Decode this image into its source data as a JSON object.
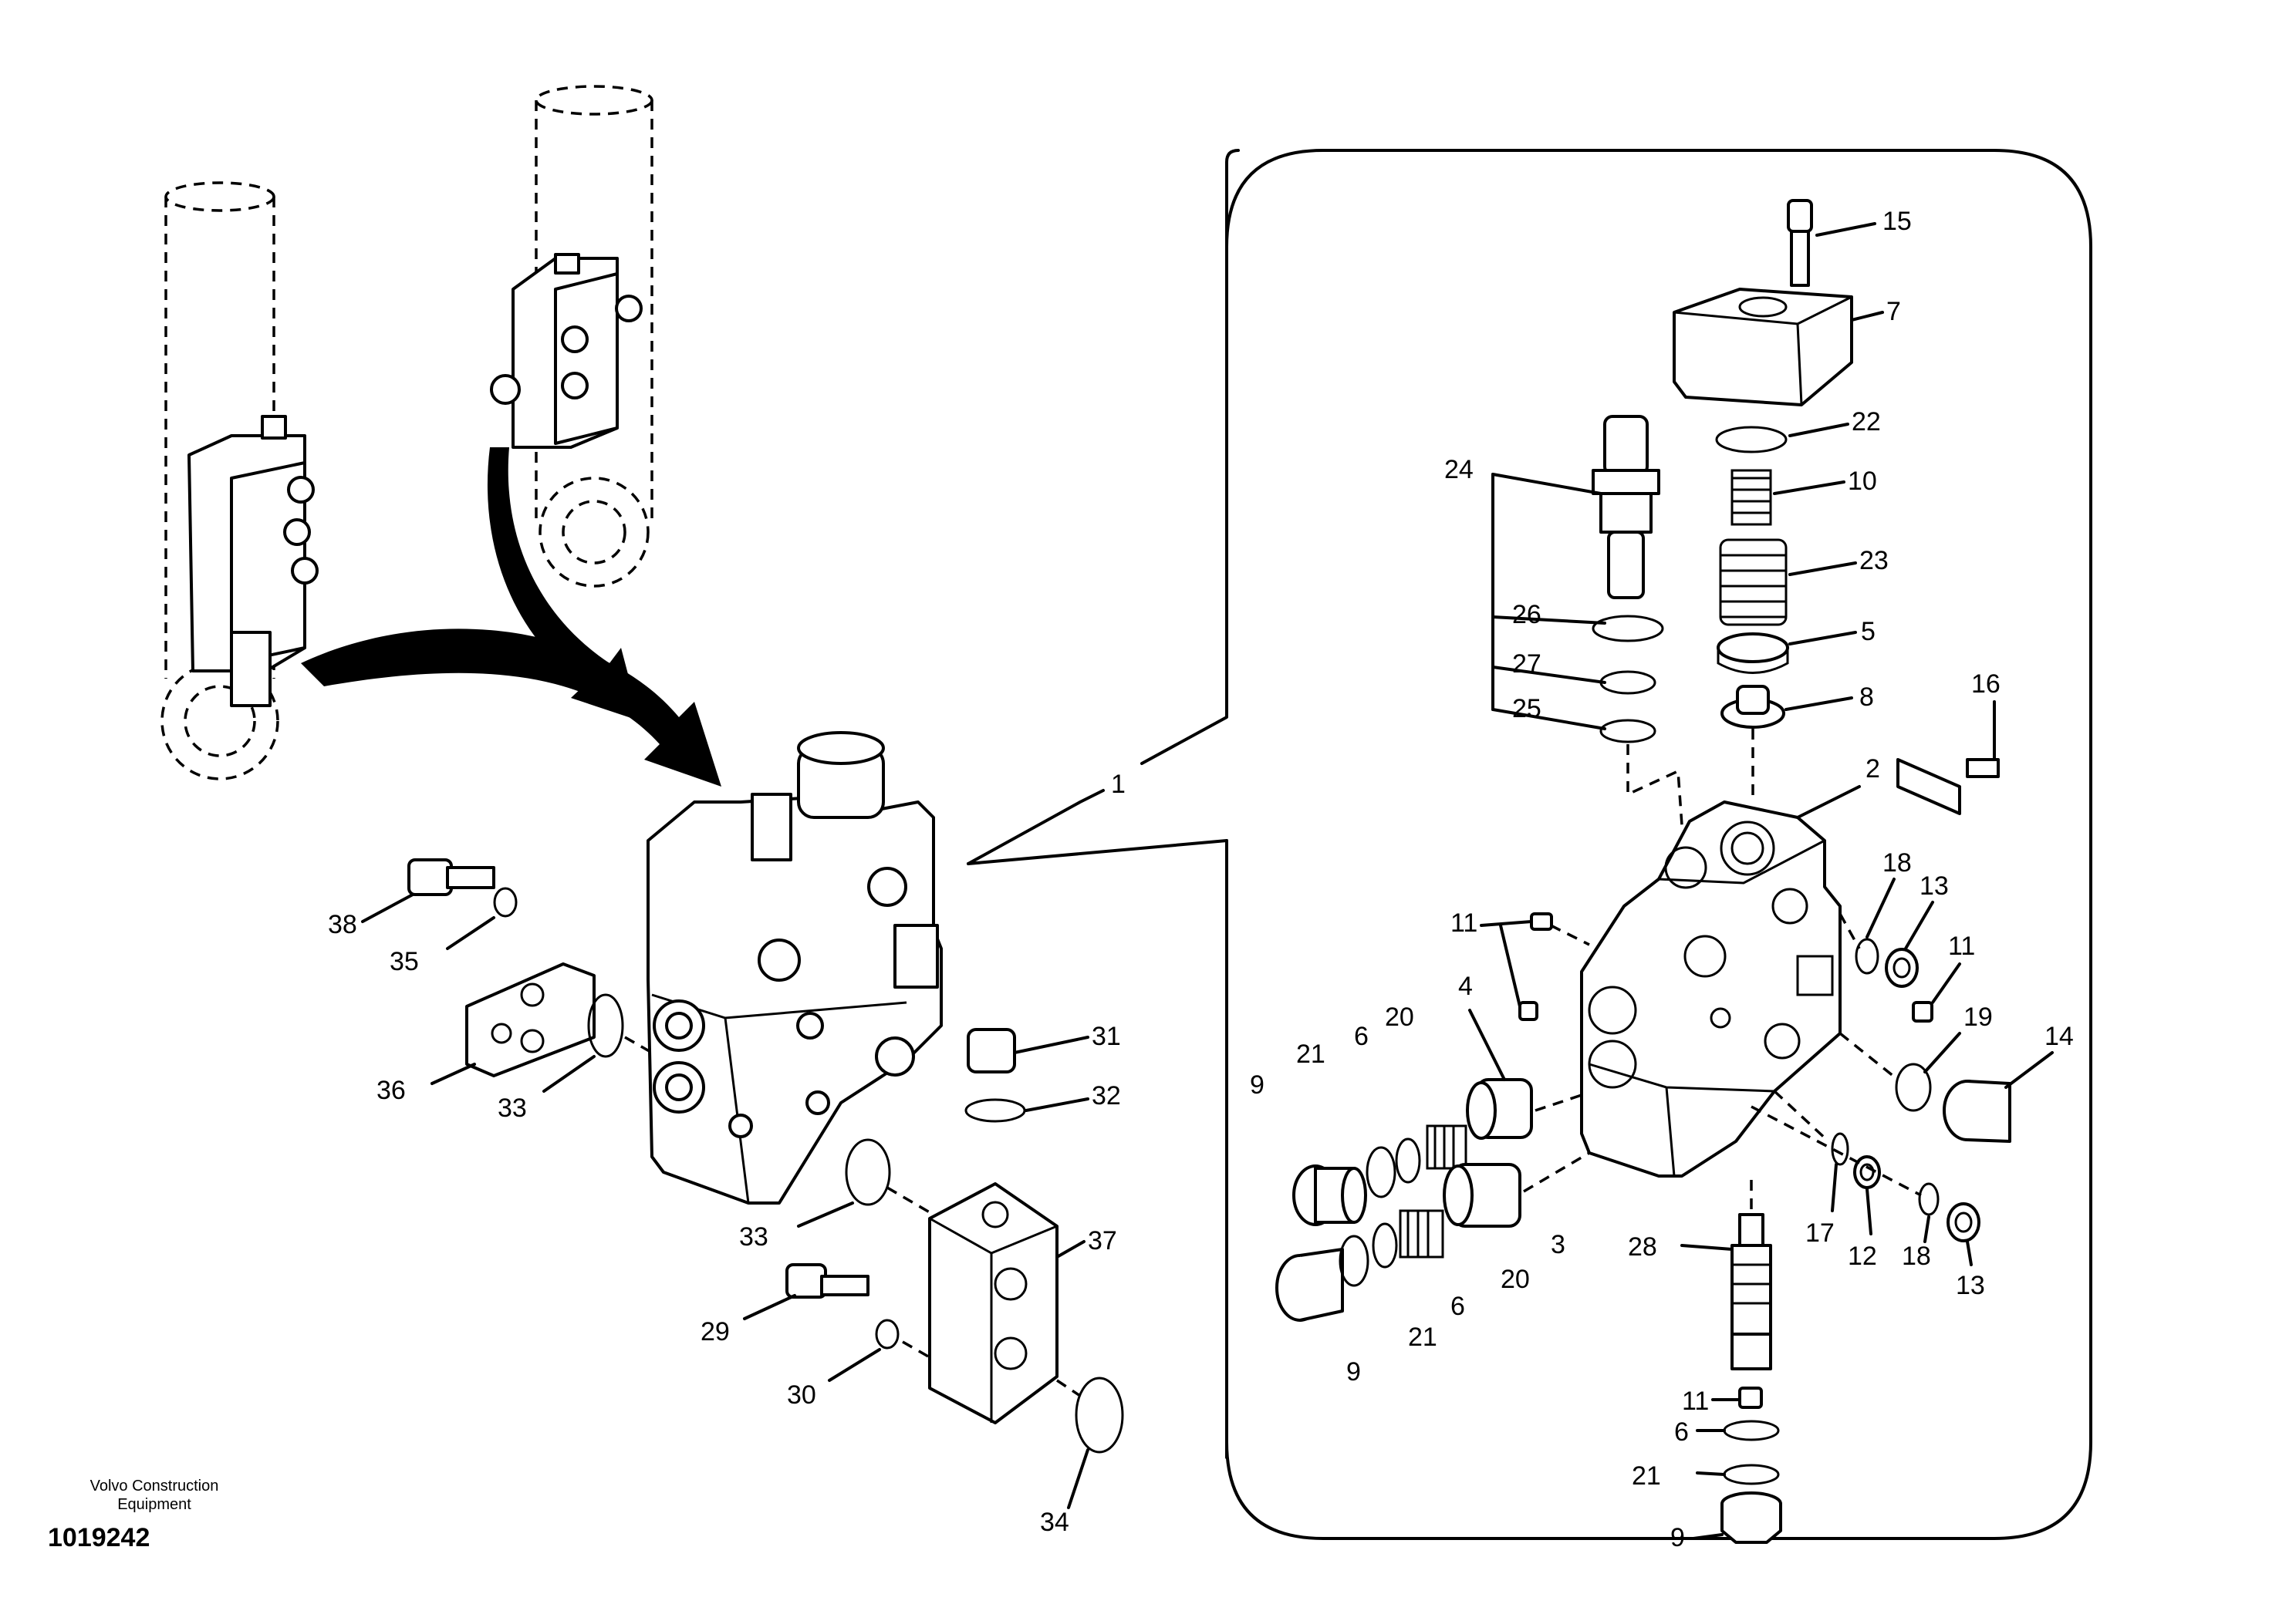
{
  "labels": {
    "p1": "1",
    "p2": "2",
    "p3": "3",
    "p4": "4",
    "p5": "5",
    "p6a": "6",
    "p6b": "6",
    "p6c": "6",
    "p7": "7",
    "p8": "8",
    "p9a": "9",
    "p9b": "9",
    "p9c": "9",
    "p10": "10",
    "p11a": "11",
    "p11b": "11",
    "p11c": "11",
    "p12": "12",
    "p13a": "13",
    "p13b": "13",
    "p14": "14",
    "p15": "15",
    "p16": "16",
    "p17": "17",
    "p18a": "18",
    "p18b": "18",
    "p19": "19",
    "p20a": "20",
    "p20b": "20",
    "p21a": "21",
    "p21b": "21",
    "p21c": "21",
    "p22": "22",
    "p23": "23",
    "p24": "24",
    "p25": "25",
    "p26": "26",
    "p27": "27",
    "p28": "28",
    "p29": "29",
    "p30": "30",
    "p31": "31",
    "p32": "32",
    "p33a": "33",
    "p33b": "33",
    "p34": "34",
    "p35": "35",
    "p36": "36",
    "p37": "37",
    "p38": "38"
  },
  "footer": {
    "credit_line1": "Volvo Construction",
    "credit_line2": "Equipment",
    "doc_number": "1019242"
  }
}
